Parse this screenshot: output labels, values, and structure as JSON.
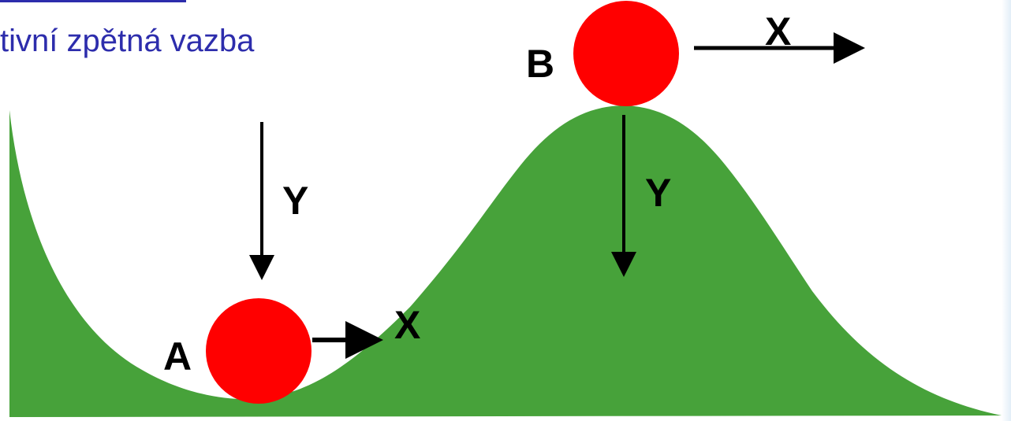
{
  "subtitle": "tivní zpětná vazba",
  "colors": {
    "terrain": "#47a23a",
    "ball": "#ff0000",
    "arrow": "#000000",
    "title": "#2d2dac"
  },
  "labels": {
    "ball_a": "A",
    "ball_b": "B",
    "a_horizontal": "X",
    "a_vertical": "Y",
    "b_horizontal": "X",
    "b_vertical": "Y"
  }
}
